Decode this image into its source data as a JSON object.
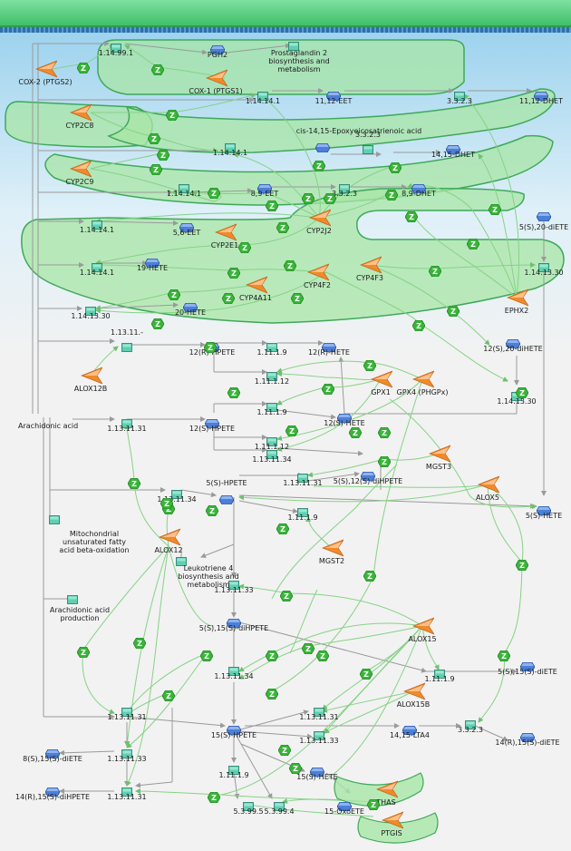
{
  "colors": {
    "band": "#a8e6a6",
    "band_stroke": "#3fa85a",
    "edge": "#7ccf7c",
    "edge_gray": "#9a9a9a",
    "rect_fill": "#5fd0b0",
    "hex_fill": "#4d7fd6",
    "gene": "#f08a2a",
    "z_fill": "#39b539"
  },
  "enzymes": {
    "cox2": "COX-2 (PTGS2)",
    "cox1": "COX-1 (PTGS1)",
    "cyp2c8": "CYP2C8",
    "cyp2c9": "CYP2C9",
    "cyp2e1": "CYP2E1",
    "cyp2j2": "CYP2J2",
    "cyp4a11": "CYP4A11",
    "cyp4f2": "CYP4F2",
    "cyp4f3": "CYP4F3",
    "ephx2": "EPHX2",
    "alox12b": "ALOX12B",
    "gpx1": "GPX1",
    "gpx4": "GPX4 (PHGPx)",
    "mgst3": "MGST3",
    "alox5": "ALOX5",
    "alox12": "ALOX12",
    "mgst2": "MGST2",
    "alox15": "ALOX15",
    "alox15b": "ALOX15B",
    "thas": "THAS",
    "ptgis": "PTGIS"
  },
  "metabolites": {
    "pgh2": "PGH2",
    "eet_1112": "11,12-EET",
    "dhet_1112": "11,12-DHET",
    "cis_eps": "cis-14,15-Epoxyeicosatrienoic acid",
    "dhet_1415": "14,15-DHET",
    "eet_89": "8,9-EET",
    "dhet_89": "8,9-DHET",
    "eet_56": "5,6-EET",
    "hete_19": "19-HETE",
    "diete_520": "5(S),20-diETE",
    "hete_20": "20-HETE",
    "hpete_12r": "12(R)-HPETE",
    "hete_12r": "12(R)-HETE",
    "diete_1220": "12(S),20-diHETE",
    "hpete_12s": "12(S)-HPETE",
    "hete_12s": "12(S)-HETE",
    "dihpete_512": "5(S),12(S)-diHPETE",
    "hpete_5s": "5(S)-HPETE",
    "hete_5s": "5(S)-HETE",
    "dihpete_515": "5(S),15(S)-diHPETE",
    "diete_515": "5(S),15(S)-diETE",
    "hpete_15s": "15(S)-HPETE",
    "ltA4": "14,15-LTA4",
    "diete_1415": "14(R),15(S)-diETE",
    "diete_815": "8(S),15(S)-diETE",
    "dihpete_1415": "14(R),15(S)-diHPETE",
    "hete_15s": "15(S)-HETE",
    "oxoete_15": "15-OxoETE"
  },
  "pathways": {
    "prostaglandin": "Prostaglandin 2\nbiosynthesis and\nmetabolism",
    "mito": "Mitochondrial\nunsaturated fatty\nacid beta-oxidation",
    "leukotriene": "Leukotriene 4\nbiosynthesis and\nmetabolism",
    "aa_production": "Arachidonic acid\nproduction"
  },
  "source_label": "Arachidonic acid",
  "ec": [
    "1.14.99.1",
    "1.14.14.1",
    "3.3.2.3",
    "1.14.14.1",
    "3.3.2.3",
    "1.14.14.1",
    "3.3.2.3",
    "1.14.14.1",
    "1.14.14.1",
    "1.14.13.30",
    "1.14.13.30",
    "1.13.11.-",
    "1.11.1.9",
    "1.11.1.12",
    "1.14.13.30",
    "1.13.11.31",
    "1.11.1.9",
    "1.11.1.12",
    "1.13.11.34",
    "1.13.11.31",
    "1.13.11.34",
    "1.11.1.9",
    "1.13.11.33",
    "1.13.11.34",
    "1.11.1.9",
    "1.13.11.33",
    "1.13.11.31",
    "1.13.11.31",
    "1.13.11.33",
    "3.3.2.3",
    "1.13.11.31",
    "1.11.1.9",
    "5.3.99.5",
    "5.3.99.4"
  ]
}
